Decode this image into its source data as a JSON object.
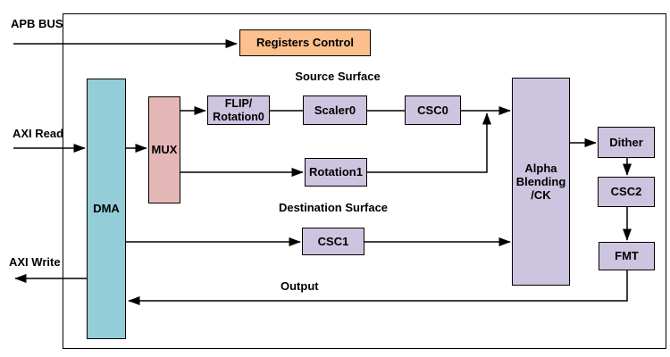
{
  "labels": {
    "apb_bus": "APB BUS",
    "axi_read": "AXI Read",
    "axi_write": "AXI Write",
    "source_surface": "Source Surface",
    "destination_surface": "Destination Surface",
    "output": "Output"
  },
  "nodes": {
    "registers_control": {
      "label": "Registers Control",
      "color": "#fbc08d"
    },
    "dma": {
      "label": "DMA",
      "color": "#92cdd8"
    },
    "mux": {
      "label": "MUX",
      "color": "#e5b8b7"
    },
    "flip_rotation0": {
      "label": "FLIP/\nRotation0",
      "color": "#cdc4df"
    },
    "scaler0": {
      "label": "Scaler0",
      "color": "#cdc4df"
    },
    "csc0": {
      "label": "CSC0",
      "color": "#cdc4df"
    },
    "rotation1": {
      "label": "Rotation1",
      "color": "#cdc4df"
    },
    "csc1": {
      "label": "CSC1",
      "color": "#cdc4df"
    },
    "alpha_blending": {
      "label": "Alpha\nBlending\n/CK",
      "color": "#cdc4df"
    },
    "dither": {
      "label": "Dither",
      "color": "#cdc4df"
    },
    "csc2": {
      "label": "CSC2",
      "color": "#cdc4df"
    },
    "fmt": {
      "label": "FMT",
      "color": "#cdc4df"
    }
  },
  "colors": {
    "line": "#000000",
    "frame_border": "#000000",
    "background": "#ffffff"
  }
}
